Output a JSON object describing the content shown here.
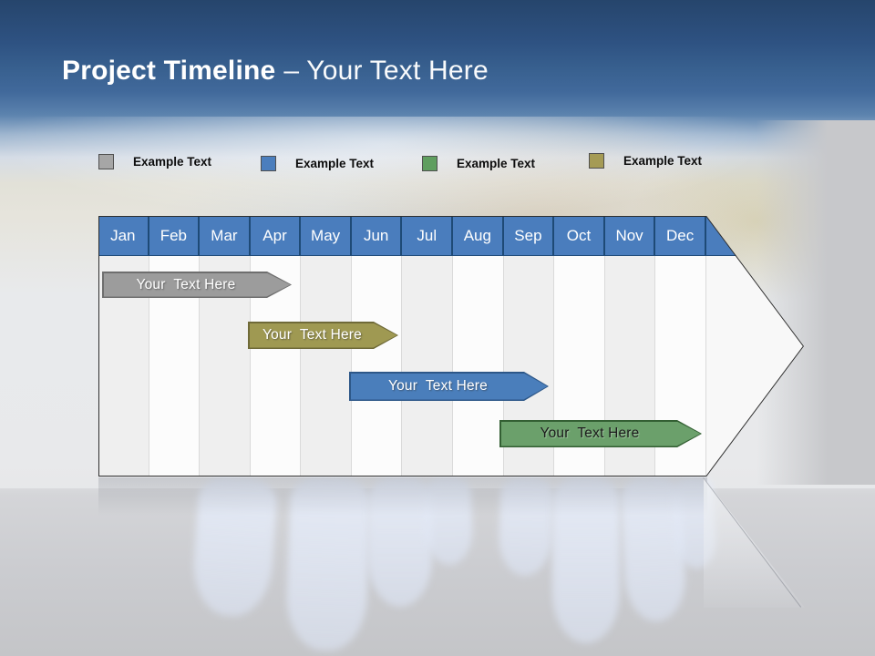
{
  "slide": {
    "title_bold": "Project Timeline",
    "title_rest": "– Your Text Here"
  },
  "legend": {
    "items": [
      {
        "label": "Example Text",
        "color": "#a6a6a6"
      },
      {
        "label": "Example Text",
        "color": "#4b7ebd"
      },
      {
        "label": "Example Text",
        "color": "#5f9e5f"
      },
      {
        "label": "Example Text",
        "color": "#a59b55"
      }
    ]
  },
  "timeline": {
    "header_color": "#4a7dbd",
    "months": [
      "Jan",
      "Feb",
      "Mar",
      "Apr",
      "May",
      "Jun",
      "Jul",
      "Aug",
      "Sep",
      "Oct",
      "Nov",
      "Dec"
    ],
    "bars": [
      {
        "label": "Your  Text Here",
        "fill": "#9c9c9c",
        "stroke": "#6e6e6e",
        "text_color": "#ffffff",
        "start": "Jan",
        "end": "early Apr"
      },
      {
        "label": "Your  Text Here",
        "fill": "#9f9952",
        "stroke": "#6f6a38",
        "text_color": "#ffffff",
        "start": "Apr",
        "end": "late Jun"
      },
      {
        "label": "Your  Text Here",
        "fill": "#4a7ebb",
        "stroke": "#2d5788",
        "text_color": "#ffffff",
        "start": "Jun",
        "end": "early Sep"
      },
      {
        "label": "Your  Text Here",
        "fill": "#6ba06b",
        "stroke": "#335f33",
        "text_color": "#1c1c1c",
        "start": "Sep",
        "end": "Dec"
      }
    ]
  },
  "chart_data": {
    "type": "bar",
    "subtype": "gantt-timeline",
    "title": "Project Timeline – Your Text Here",
    "categories": [
      "Jan",
      "Feb",
      "Mar",
      "Apr",
      "May",
      "Jun",
      "Jul",
      "Aug",
      "Sep",
      "Oct",
      "Nov",
      "Dec"
    ],
    "x_axis_position": "top",
    "legend_position": "top",
    "series": [
      {
        "name": "Your Text Here",
        "color": "#9c9c9c",
        "start_month": "Jan",
        "end_month": "Apr",
        "start_index": 0.0,
        "end_index": 3.8
      },
      {
        "name": "Your Text Here",
        "color": "#9f9952",
        "start_month": "Apr",
        "end_month": "Jun",
        "start_index": 3.0,
        "end_index": 5.9
      },
      {
        "name": "Your Text Here",
        "color": "#4a7ebb",
        "start_month": "Jun",
        "end_month": "Sep",
        "start_index": 5.0,
        "end_index": 8.9
      },
      {
        "name": "Your Text Here",
        "color": "#6ba06b",
        "start_month": "Sep",
        "end_month": "Dec",
        "start_index": 8.0,
        "end_index": 12.0
      }
    ]
  }
}
